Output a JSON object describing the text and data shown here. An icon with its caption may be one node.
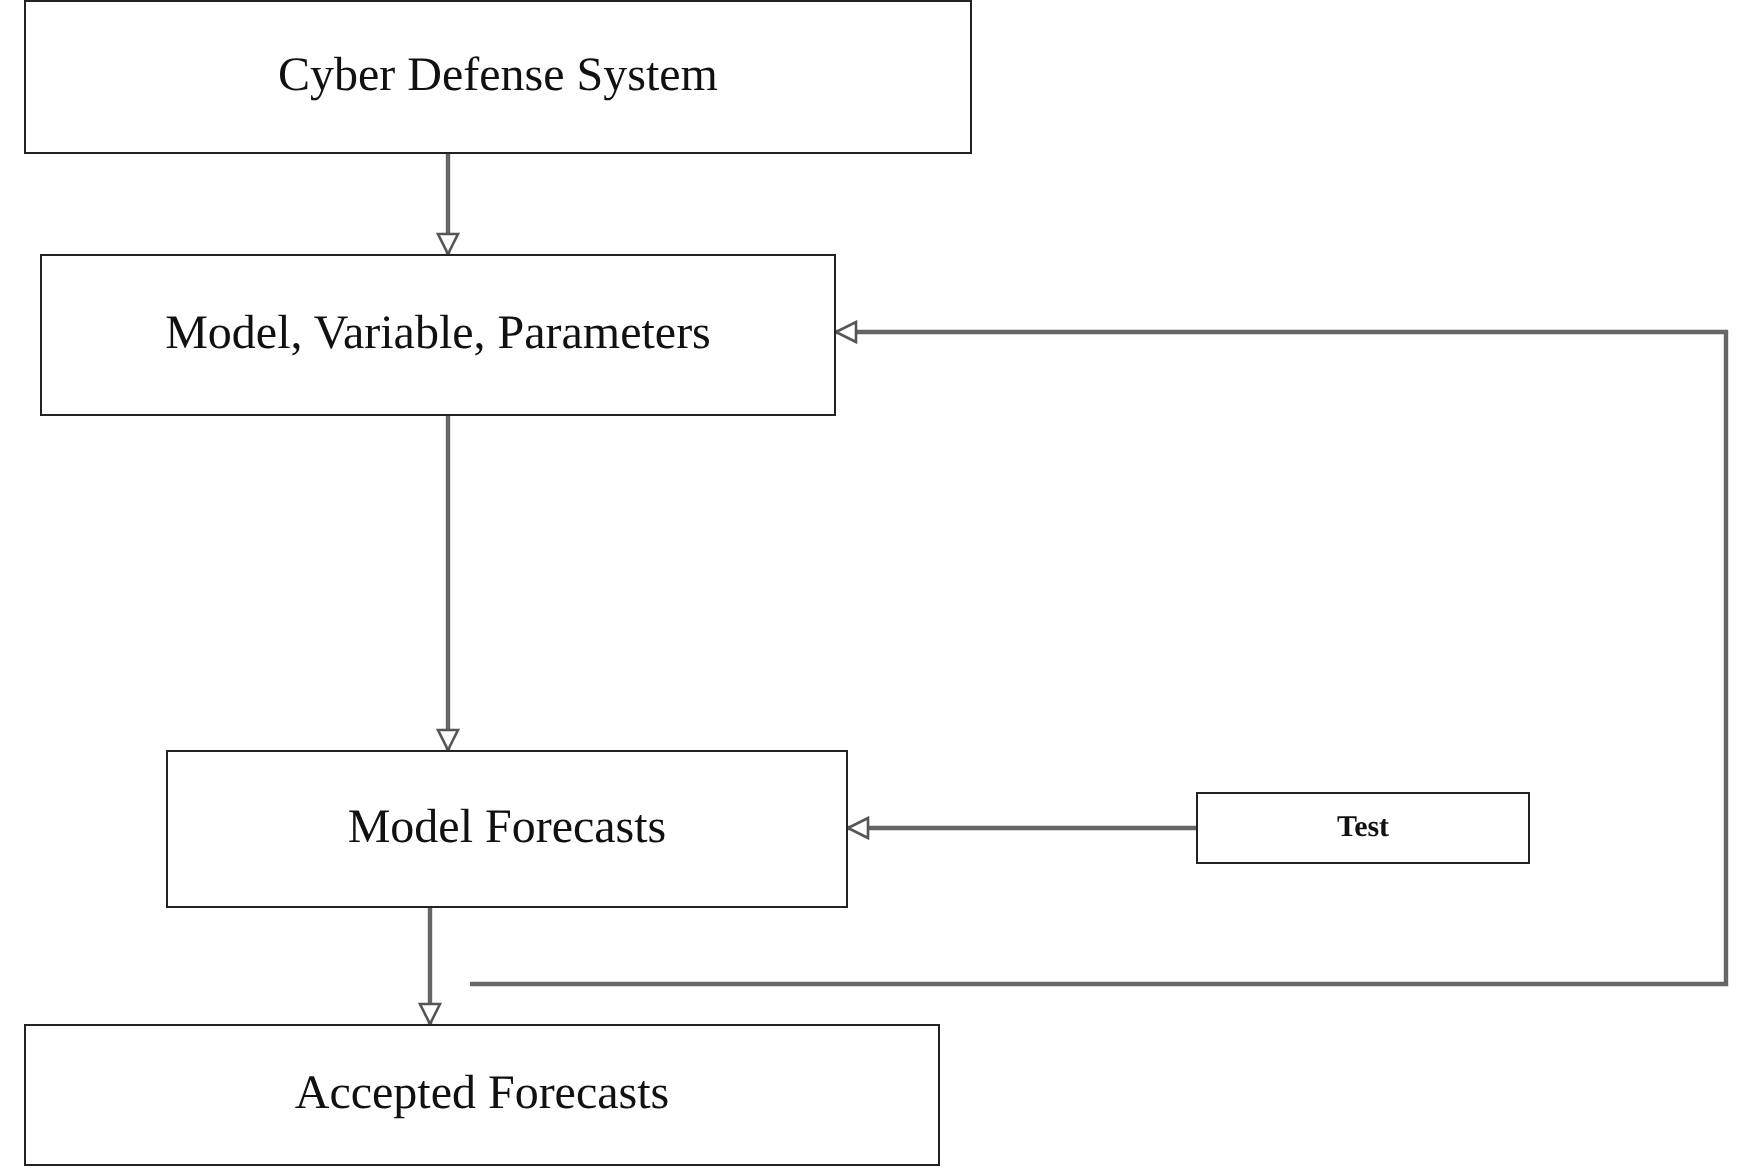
{
  "diagram": {
    "nodes": [
      {
        "text": [
          "Cyber Defense System"
        ]
      },
      {
        "text": [
          "Model, Variable, Parameters"
        ]
      },
      {
        "text": [
          "Model Forecasts"
        ]
      },
      {
        "text": [
          "Test"
        ]
      },
      {
        "text": [
          "Accepted Forecasts"
        ]
      }
    ],
    "edges": [
      {
        "from": 0,
        "to": 1,
        "arrow": "to"
      },
      {
        "from": 1,
        "to": 2,
        "arrow": "to"
      },
      {
        "from": 3,
        "to": 2,
        "arrow": "to"
      },
      {
        "from": 2,
        "to": 4,
        "arrow": "to"
      },
      {
        "from": null,
        "to": 1,
        "arrow": "to"
      }
    ]
  }
}
